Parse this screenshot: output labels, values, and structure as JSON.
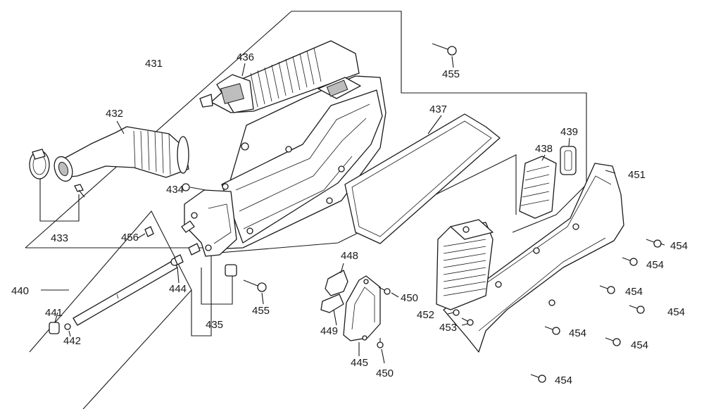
{
  "diagram": {
    "labels": {
      "l431": "431",
      "l432": "432",
      "l433": "433",
      "l434": "434",
      "l435": "435",
      "l436": "436",
      "l437": "437",
      "l438": "438",
      "l439": "439",
      "l440": "440",
      "l441": "441",
      "l442": "442",
      "l444": "444",
      "l445": "445",
      "l448": "448",
      "l449": "449",
      "l450a": "450",
      "l450b": "450",
      "l451": "451",
      "l452": "452",
      "l453": "453",
      "l454a": "454",
      "l454b": "454",
      "l454c": "454",
      "l454d": "454",
      "l454e": "454",
      "l454f": "454",
      "l454g": "454",
      "l455a": "455",
      "l455b": "455",
      "l456": "456"
    }
  }
}
